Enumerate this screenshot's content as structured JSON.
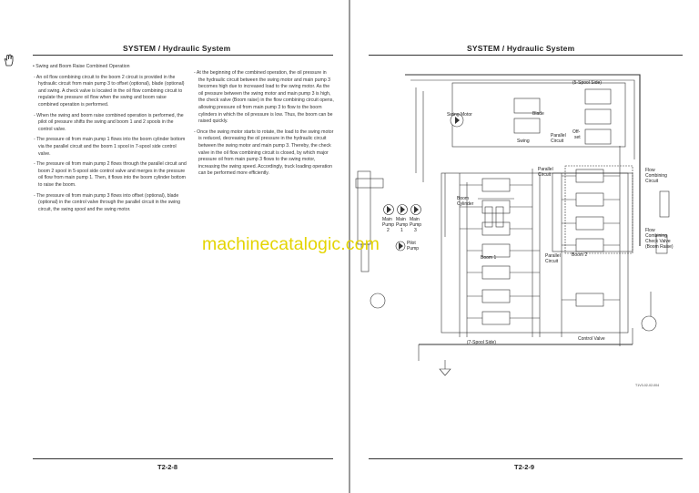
{
  "left_page": {
    "title": "SYSTEM / Hydraulic System",
    "page_number": "T2-2-8",
    "section_heading": "• Swing and Boom Raise Combined Operation",
    "col1": [
      "- An oil flow combining circuit to the boom 2 circuit is provided in the hydraulic circuit from main pump 3 to offset (optional), blade (optional) and swing. A check valve is located in the oil flow combining circuit to regulate the pressure oil flow when the swing and boom raise combined operation is performed.",
      "- When the swing and boom raise combined operation is performed, the pilot oil pressure shifts the swing and boom 1 and 2 spools in the control valve.",
      "- The pressure oil from main pump 1 flows into the boom cylinder bottom via the parallel circuit and the boom 1 spool in 7-spool side control valve.",
      "- The pressure oil from main pump 2 flows through the parallel circuit and boom 2 spool in 5-spool side control valve and merges in the pressure oil flow from main pump 1. Then, it flows into the boom cylinder bottom to raise the boom.",
      "- The pressure oil from main pump 3 flows into offset (optional), blade (optional) in the control valve through the parallel circuit in the swing circuit, the swing spool and the swing motor."
    ],
    "col2": [
      "- At the beginning of the combined operation, the oil pressure in the hydraulic circuit between the swing motor and main pump 3 becomes high due to increased load to the swing motor. As the oil pressure between the swing motor and main pump 3 is high, the check valve (Boom raise) in the flow combining circuit opens, allowing pressure oil from main pump 3 to flow to the boom cylinders in which the oil pressure is low. Thus, the boom can be raised quickly.",
      "- Once the swing motor starts to rotate, the load to the swing motor is reduced, decreasing the oil pressure in the hydraulic circuit between the swing motor and main pump 3. Thereby, the check valve in the oil flow combining circuit is closed, by which major pressure oil from main pump 3 flows to the swing motor, increasing the swing speed. Accordingly, truck loading operation can be performed more efficiently."
    ]
  },
  "right_page": {
    "title": "SYSTEM / Hydraulic System",
    "page_number": "T2-2-9"
  },
  "watermark": "machinecatalogic.com",
  "diagram": {
    "labels": {
      "spool_5": "(5-Spool Side)",
      "spool_7": "(7-Spool Side)",
      "swing_motor": "Swing Motor",
      "blade": "Blade",
      "offset_1": "Off-",
      "offset_2": "set",
      "swing": "Swing",
      "parallel_circuit_1a": "Parallel",
      "parallel_circuit_1b": "Circuit",
      "parallel_circuit_2a": "Parallel",
      "parallel_circuit_2b": "Circuit",
      "parallel_circuit_3a": "Parallel",
      "parallel_circuit_3b": "Circuit",
      "flow_combining_1": "Flow",
      "flow_combining_2": "Combining",
      "flow_combining_3": "Circuit",
      "boom_cylinder_1": "Boom",
      "boom_cylinder_2": "Cylinder",
      "boom_1": "Boom 1",
      "boom_2": "Boom 2",
      "pump2_a": "Main",
      "pump2_b": "Pump",
      "pump2_c": "2",
      "pump1_a": "Main",
      "pump1_b": "Pump",
      "pump1_c": "1",
      "pump3_a": "Main",
      "pump3_b": "Pump",
      "pump3_c": "3",
      "pilot_pump_1": "Pilot",
      "pilot_pump_2": "Pump",
      "check_valve_1": "Flow",
      "check_valve_2": "Combining",
      "check_valve_3": "Check Valve",
      "check_valve_4": "(Boom Raise)",
      "control_valve": "Control Valve",
      "fig_code": "T1V3-02-02-004"
    }
  },
  "colors": {
    "watermark": "#e4d400",
    "line": "#333333",
    "rule": "#333333"
  }
}
